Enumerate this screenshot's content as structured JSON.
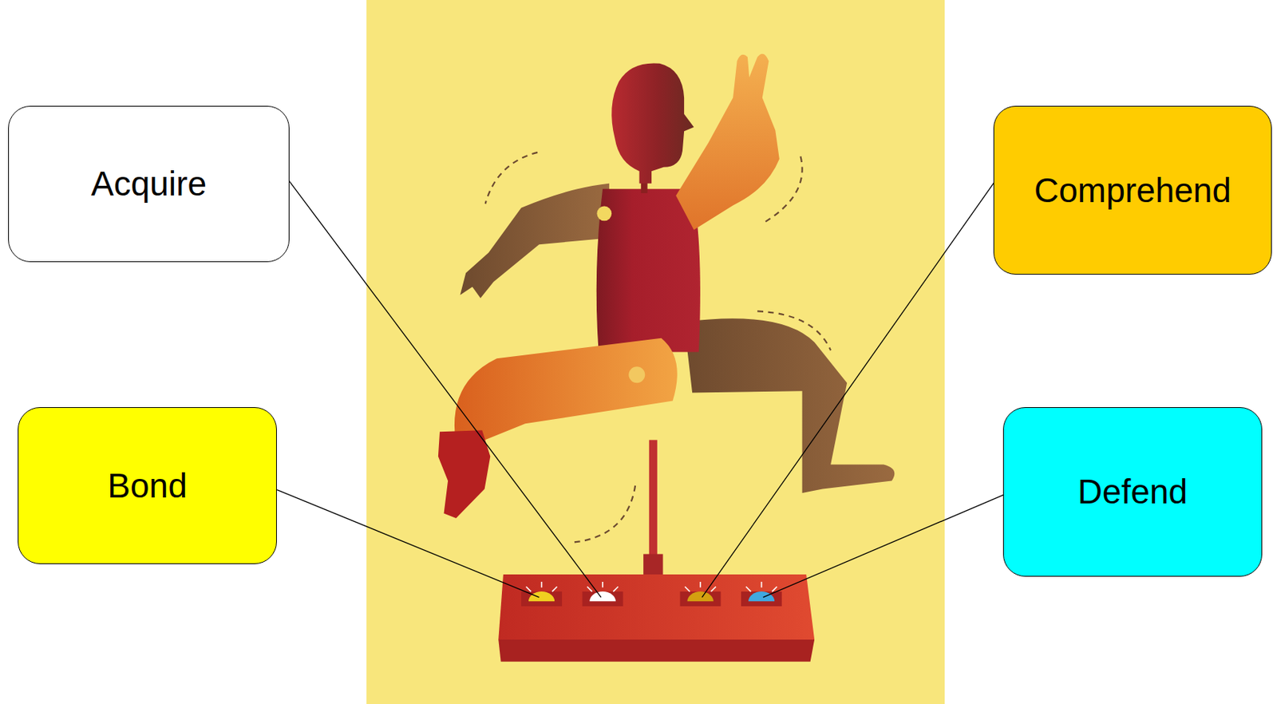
{
  "diagram": {
    "nodes": [
      {
        "text": [
          "Acquire"
        ]
      },
      {
        "text": [
          "Comprehend"
        ]
      },
      {
        "text": [
          "Bond"
        ]
      },
      {
        "text": [
          "Defend"
        ]
      }
    ]
  }
}
